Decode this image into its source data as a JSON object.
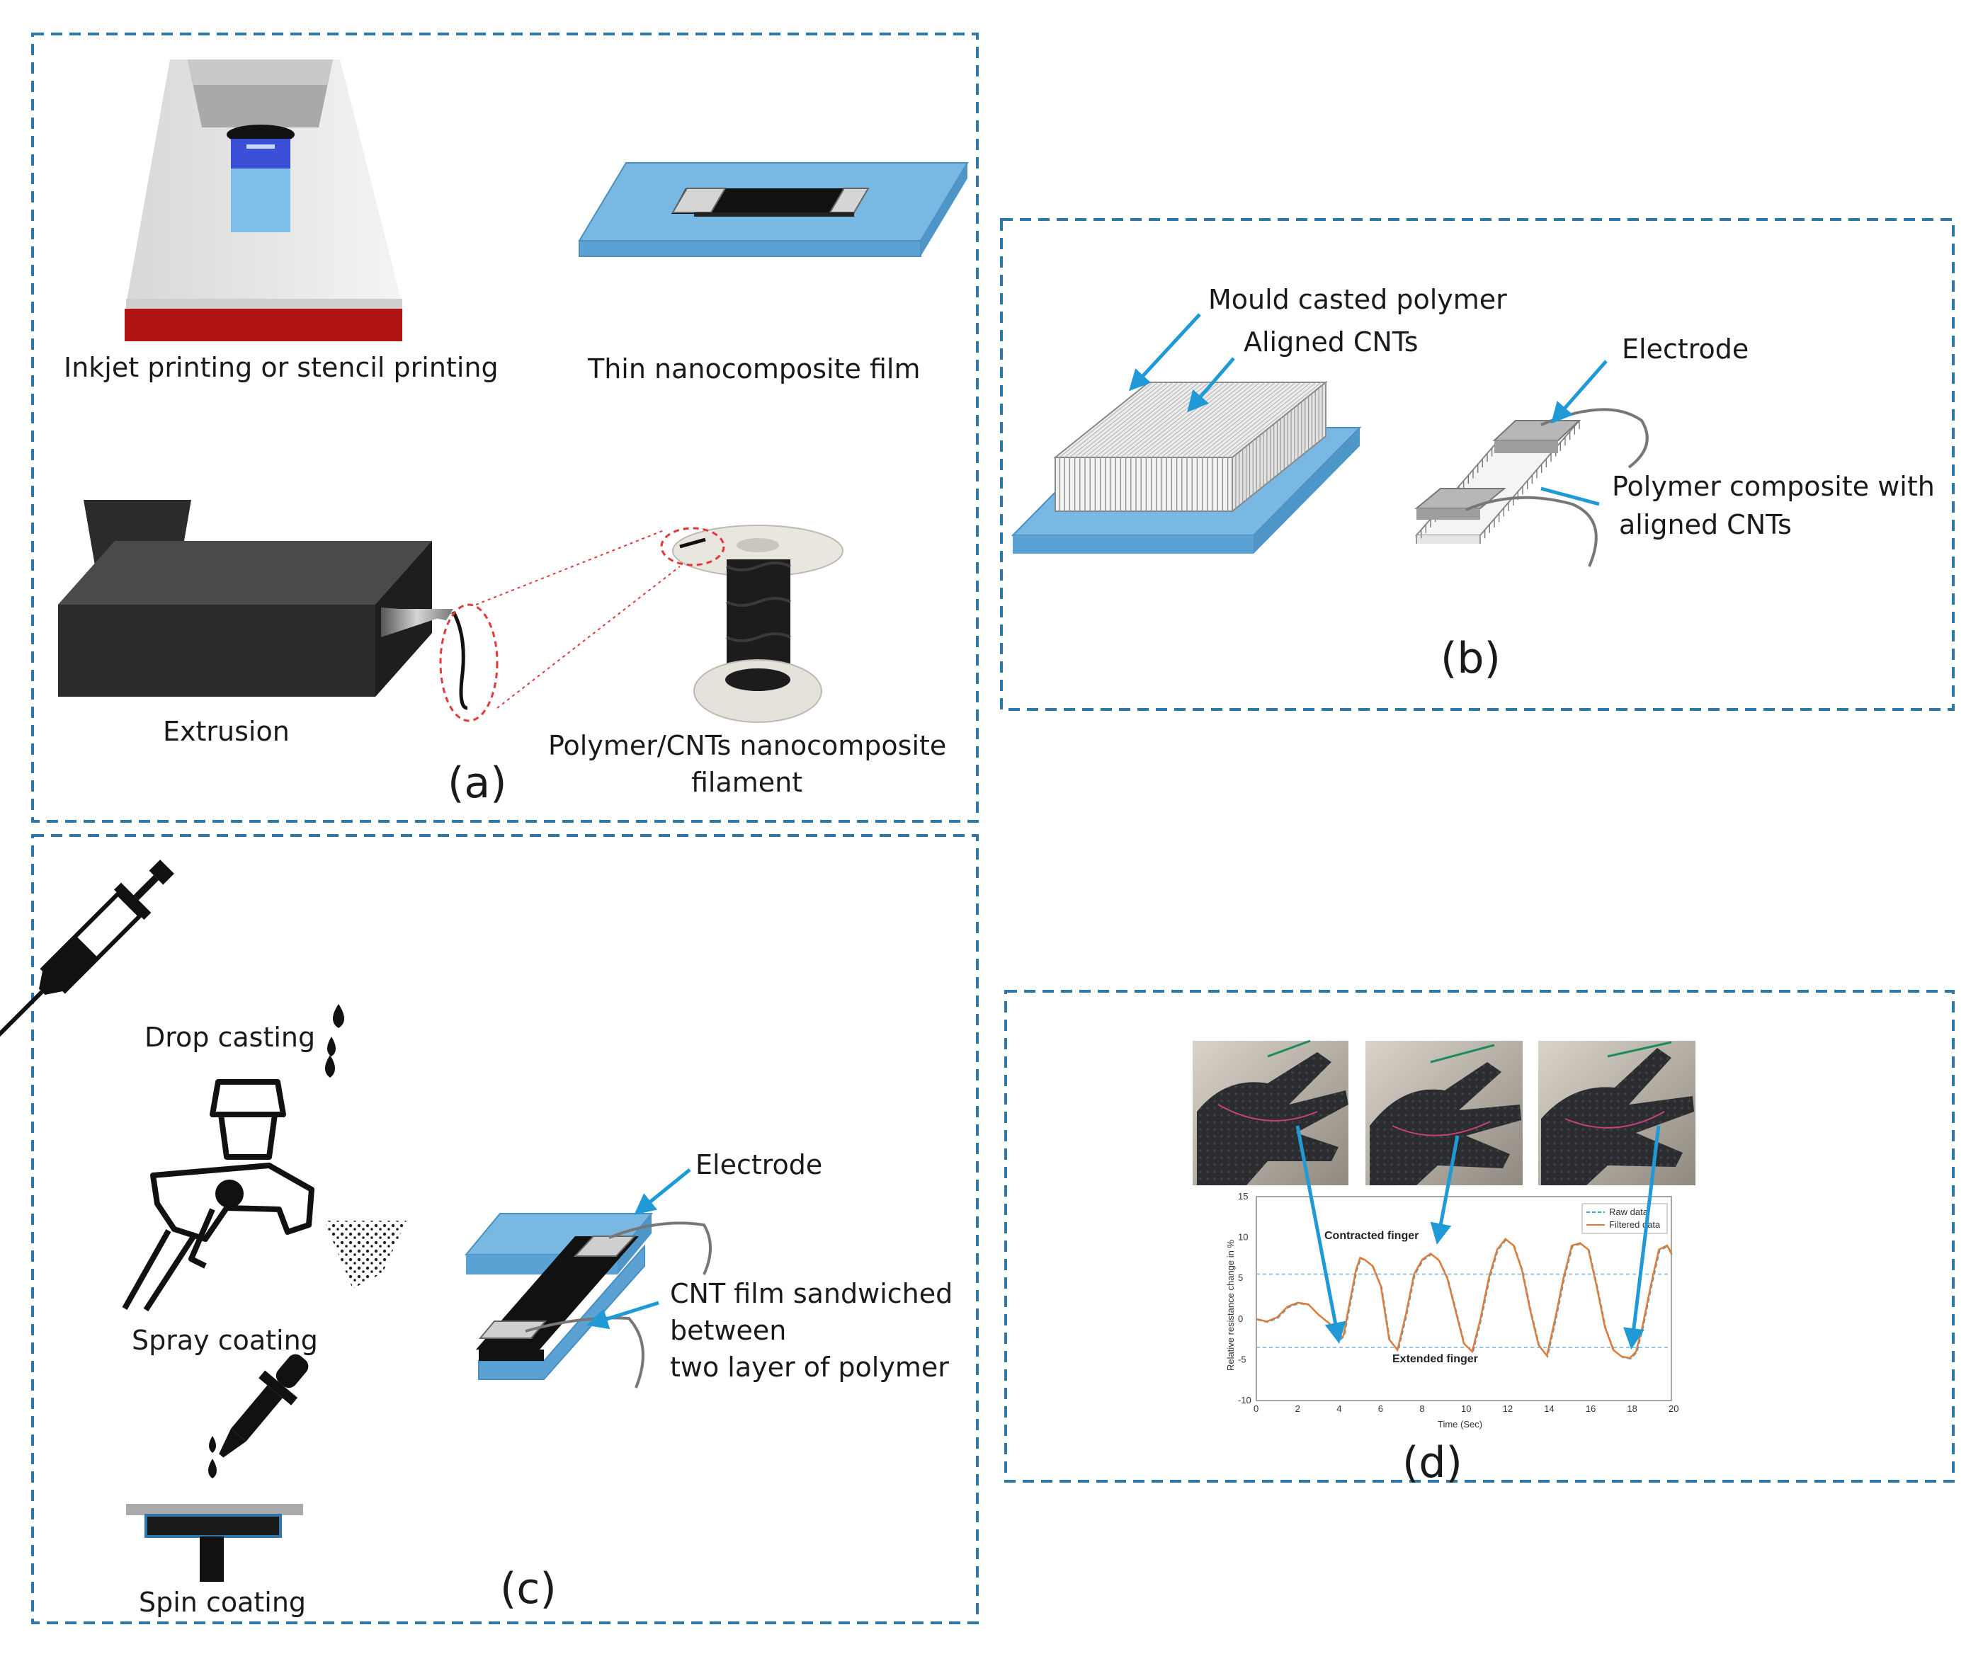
{
  "panels": {
    "a": {
      "letter": "(a)",
      "inkjet_label": "Inkjet printing or stencil printing",
      "film_label": "Thin nanocomposite film",
      "extrusion_label": "Extrusion",
      "filament_label_1": "Polymer/CNTs nanocomposite",
      "filament_label_2": "filament"
    },
    "b": {
      "letter": "(b)",
      "mould_label": "Mould casted polymer",
      "aligned_label": "Aligned CNTs",
      "electrode_label": "Electrode",
      "composite_label_1": "Polymer composite with",
      "composite_label_2": "aligned CNTs"
    },
    "c": {
      "letter": "(c)",
      "drop_label": "Drop casting",
      "spray_label": "Spray coating",
      "spin_label": "Spin coating",
      "electrode_label": "Electrode",
      "sandwich_label_1": "CNT film sandwiched",
      "sandwich_label_2": "between",
      "sandwich_label_3": "two layer of polymer"
    },
    "d": {
      "letter": "(d)",
      "contracted_label": "Contracted finger",
      "extended_label": "Extended finger"
    }
  },
  "colors": {
    "dash_border": "#2e77a8",
    "blue_substrate": "#74b9e7",
    "arrow_blue": "#1f9ad6",
    "dark_body": "#2f2f2f",
    "red_base": "#b01414",
    "raw_line": "#3aa1c8",
    "filtered_line": "#e07b3a"
  },
  "chart_data": {
    "type": "line",
    "xlabel": "Time (Sec)",
    "ylabel": "Relative resistance change in %",
    "xlim": [
      0,
      20
    ],
    "ylim": [
      -10,
      15
    ],
    "xticks": [
      0,
      2,
      4,
      6,
      8,
      10,
      12,
      14,
      16,
      18,
      20
    ],
    "yticks": [
      -10,
      -5,
      0,
      5,
      10,
      15
    ],
    "reference_lines": [
      5.5,
      -3.5
    ],
    "legend": [
      "Raw data",
      "Filtered data"
    ],
    "series": [
      {
        "name": "Filtered data",
        "x": [
          0,
          0.5,
          1,
          1.5,
          2,
          2.5,
          3,
          3.5,
          3.8,
          4.0,
          4.2,
          4.5,
          4.8,
          5.0,
          5.2,
          5.6,
          6.0,
          6.4,
          6.8,
          7.2,
          7.6,
          8.0,
          8.4,
          8.8,
          9.2,
          9.6,
          10.0,
          10.4,
          10.8,
          11.2,
          11.6,
          12.0,
          12.4,
          12.8,
          13.2,
          13.6,
          14.0,
          14.4,
          14.8,
          15.2,
          15.6,
          16.0,
          16.4,
          16.8,
          17.2,
          17.6,
          18.0,
          18.3,
          18.6,
          19.0,
          19.4,
          19.8,
          20.0
        ],
        "y": [
          0,
          -0.3,
          0.2,
          1.5,
          2.0,
          1.8,
          0.5,
          -0.5,
          -1.5,
          -2.5,
          -2.0,
          2.0,
          6.0,
          7.5,
          7.3,
          6.5,
          4.0,
          -2.5,
          -3.8,
          0.5,
          5.5,
          7.3,
          8.0,
          7.2,
          5.0,
          1.0,
          -3.0,
          -4.0,
          0.0,
          5.0,
          8.5,
          9.8,
          9.0,
          6.0,
          1.0,
          -3.2,
          -4.5,
          0.0,
          5.0,
          9.0,
          9.3,
          8.5,
          4.0,
          -1.0,
          -3.8,
          -4.6,
          -4.8,
          -4.0,
          -1.0,
          4.0,
          8.5,
          9.0,
          8.0
        ]
      }
    ]
  }
}
